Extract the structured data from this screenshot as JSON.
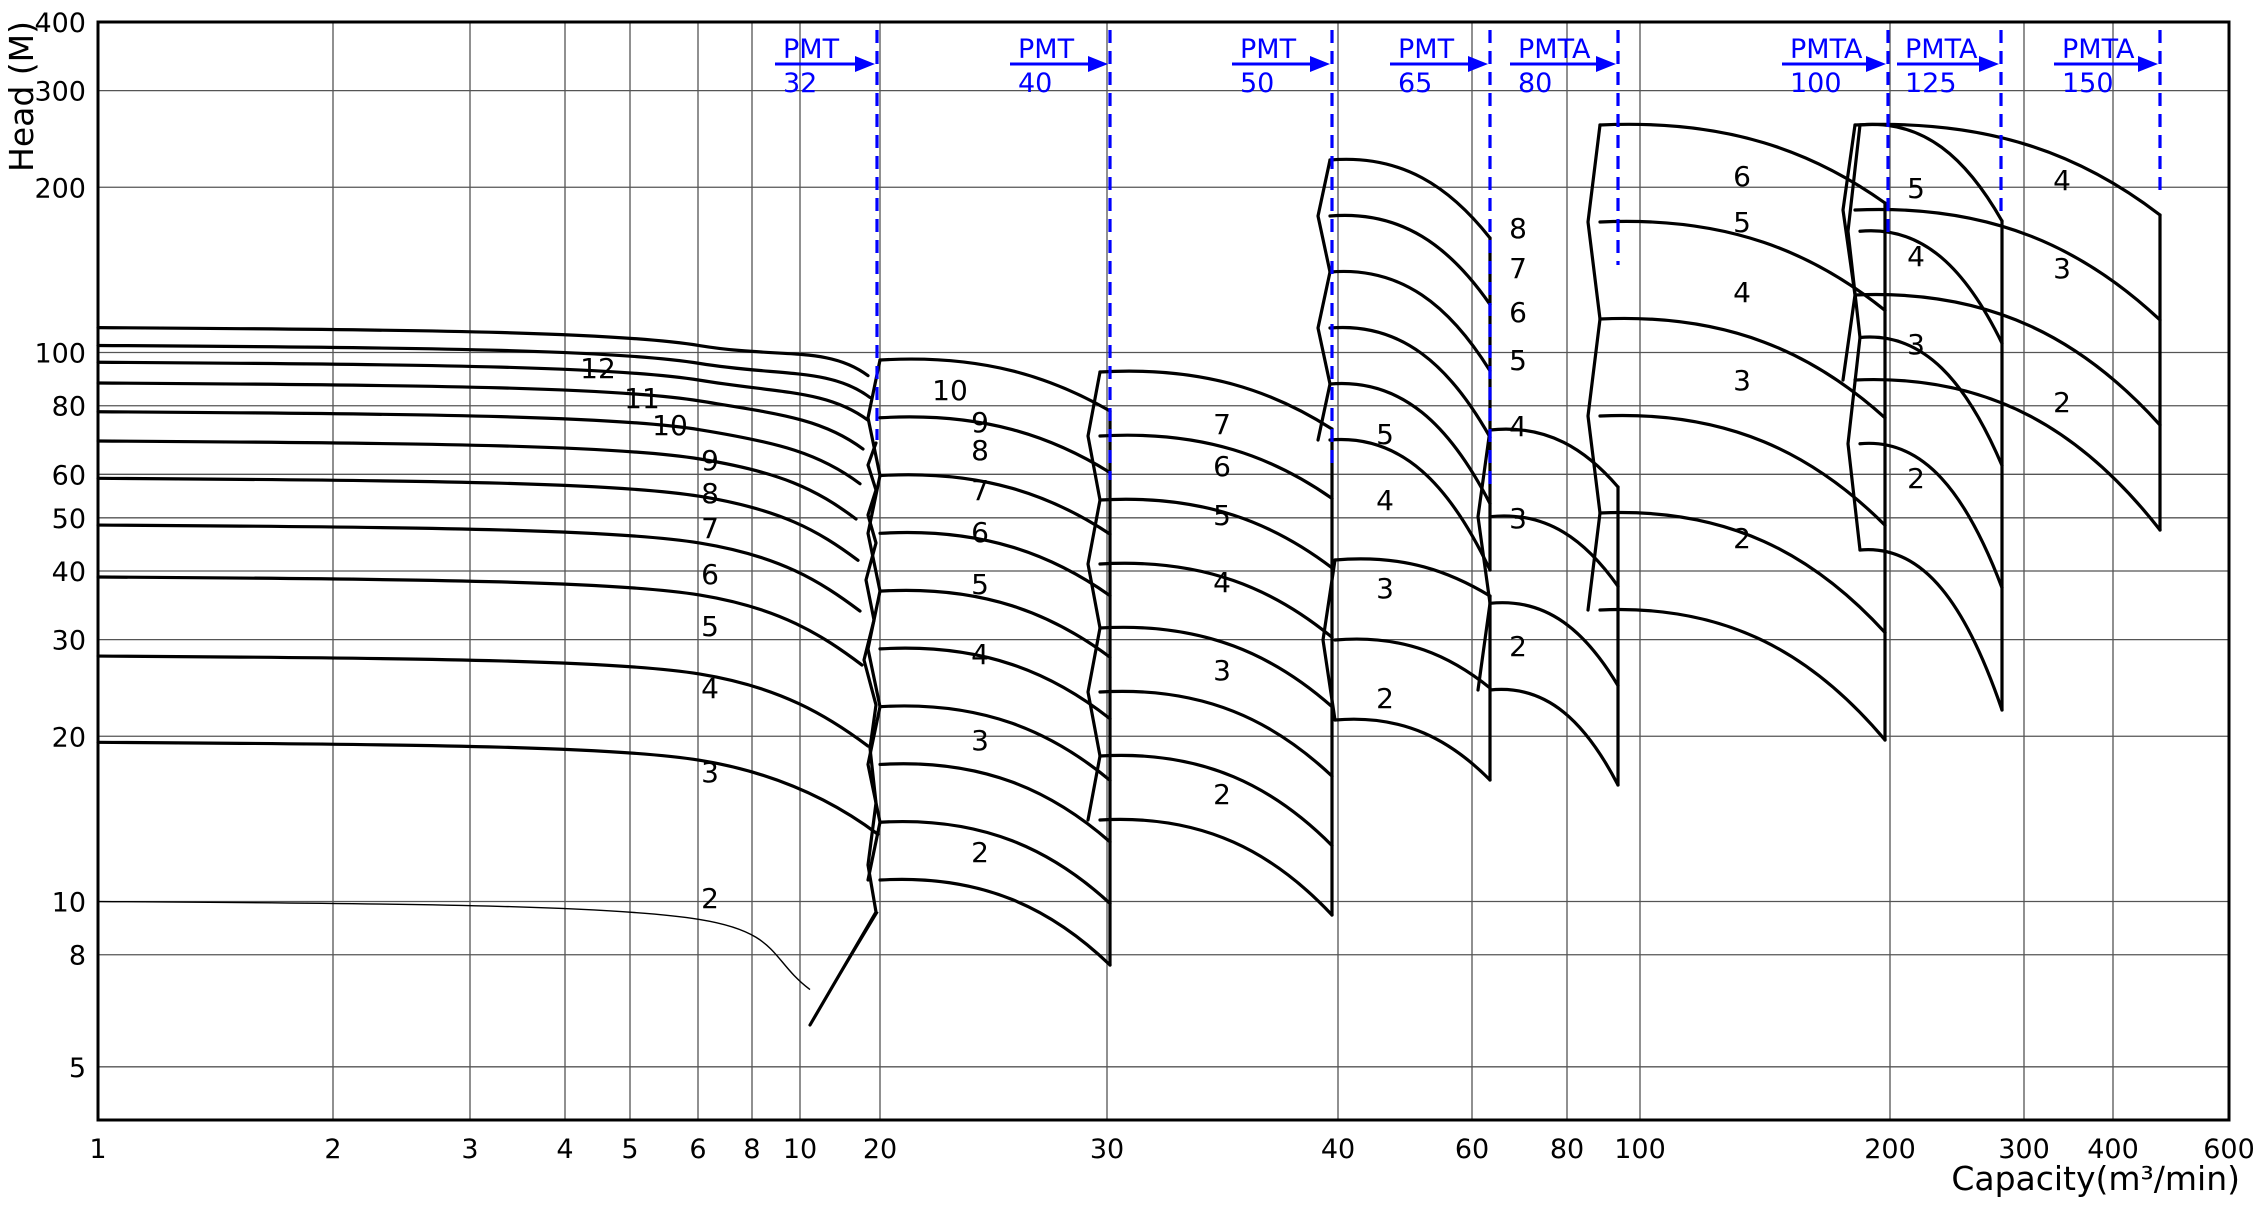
{
  "chart_data": {
    "type": "line",
    "title": "",
    "xlabel": "Capacity(m³/min)",
    "ylabel": "Head (M)",
    "y_scale": "log",
    "grid": true,
    "x_ticks": [
      "1",
      "2",
      "3",
      "4",
      "5",
      "6",
      "8",
      "10",
      "20",
      "30",
      "40",
      "60",
      "80",
      "100",
      "200",
      "300",
      "400",
      "600"
    ],
    "y_ticks": [
      5,
      8,
      10,
      20,
      30,
      40,
      50,
      60,
      80,
      100,
      200,
      300,
      400
    ],
    "ylim": [
      4,
      400
    ],
    "colors": {
      "curve": "#000000",
      "grid": "#555555",
      "model_marker": "#0000ff"
    },
    "models": [
      {
        "series": "PMT",
        "size": "32",
        "stage_labels": [
          "12",
          "11",
          "10",
          "9",
          "8",
          "7",
          "6",
          "5",
          "4",
          "3",
          "2"
        ]
      },
      {
        "series": "PMT",
        "size": "40",
        "stage_labels": [
          "10",
          "9",
          "8",
          "7",
          "6",
          "5",
          "4",
          "3",
          "2"
        ]
      },
      {
        "series": "PMT",
        "size": "50",
        "stage_labels": [
          "7",
          "6",
          "5",
          "4",
          "3",
          "2"
        ]
      },
      {
        "series": "PMT",
        "size": "65",
        "stage_labels": [
          "5",
          "4",
          "3",
          "2"
        ]
      },
      {
        "series": "PMTA",
        "size": "80",
        "stage_labels": [
          "8",
          "7",
          "6",
          "5",
          "4",
          "3",
          "2"
        ]
      },
      {
        "series": "PMTA",
        "size": "100",
        "stage_labels": [
          "6",
          "5",
          "4",
          "3",
          "2"
        ]
      },
      {
        "series": "PMTA",
        "size": "125",
        "stage_labels": [
          "5",
          "4",
          "3",
          "2"
        ]
      },
      {
        "series": "PMTA",
        "size": "150",
        "stage_labels": [
          "4",
          "3",
          "2"
        ]
      }
    ],
    "stage_curves_head_at_shutoff": {
      "PMT32": [
        10,
        19.5,
        28,
        39,
        48.5,
        59,
        69,
        78,
        88,
        96,
        103,
        111
      ]
    }
  }
}
